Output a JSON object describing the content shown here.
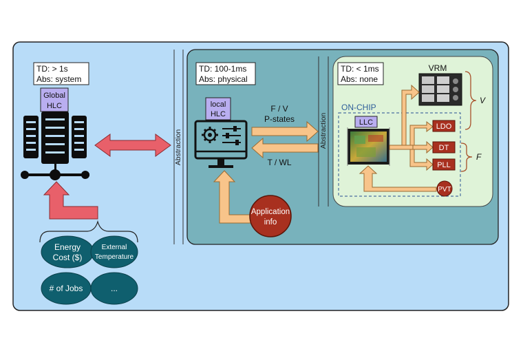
{
  "system": {
    "td": "TD: > 1s",
    "abs": "Abs: system",
    "hlc_line1": "Global",
    "hlc_line2": "HLC"
  },
  "physical": {
    "td": "TD: 100-1ms",
    "abs": "Abs: physical",
    "hlc_line1": "local",
    "hlc_line2": "HLC",
    "fv": "F / V",
    "pstates": "P-states",
    "twl": "T / WL",
    "app_line1": "Application",
    "app_line2": "info"
  },
  "chip": {
    "td": "TD: < 1ms",
    "abs": "Abs: none",
    "vrm": "VRM",
    "onchip": "ON-CHIP",
    "llc": "LLC",
    "ldo": "LDO",
    "dt": "DT",
    "pll": "PLL",
    "pvt": "PVT",
    "v": "V",
    "f": "F"
  },
  "abstraction": "Abstraction",
  "inputs": {
    "energy_line1": "Energy",
    "energy_line2": "Cost ($)",
    "ext_line1": "External",
    "ext_line2": "Temperature",
    "jobs": "# of Jobs",
    "more": "..."
  },
  "colors": {
    "outer_bg": "#b8dcf8",
    "physical_bg": "#78b2bc",
    "chip_bg": "#dff3d8",
    "ellipse": "#0f5f6e",
    "red_arrow": "#e8606a",
    "orange_arrow": "#f8c48a",
    "lavender": "#b9aef0",
    "dark_red": "#a8301f"
  }
}
